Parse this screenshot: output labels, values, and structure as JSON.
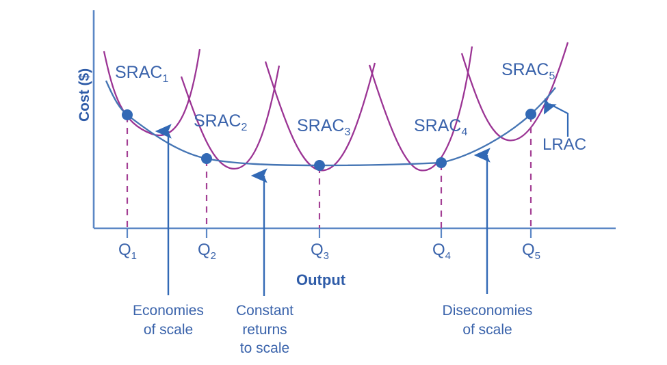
{
  "figure": {
    "title": "",
    "axis": {
      "x_label": "Output",
      "y_label": "Cost ($)"
    },
    "colors": {
      "srac_curve": "#9b3494",
      "lrac_curve": "#4575b4",
      "point": "#3269b5",
      "text": "#3a63ab",
      "axis": "#5b87c5",
      "dashed_drop": "#a33f94"
    },
    "curve_labels": [
      {
        "name": "SRAC1",
        "text": "SRAC",
        "sub": "1"
      },
      {
        "name": "SRAC2",
        "text": "SRAC",
        "sub": "2"
      },
      {
        "name": "SRAC3",
        "text": "SRAC",
        "sub": "3"
      },
      {
        "name": "SRAC4",
        "text": "SRAC",
        "sub": "4"
      },
      {
        "name": "SRAC5",
        "text": "SRAC",
        "sub": "5"
      }
    ],
    "envelope_label": "LRAC",
    "x_ticks": [
      {
        "text": "Q",
        "sub": "1"
      },
      {
        "text": "Q",
        "sub": "2"
      },
      {
        "text": "Q",
        "sub": "3"
      },
      {
        "text": "Q",
        "sub": "4"
      },
      {
        "text": "Q",
        "sub": "5"
      }
    ],
    "annotations": [
      {
        "name": "economies-of-scale",
        "line1": "Economies",
        "line2": "of scale",
        "line3": ""
      },
      {
        "name": "constant-returns-to-scale",
        "line1": "Constant",
        "line2": "returns",
        "line3": "to scale"
      },
      {
        "name": "diseconomies-of-scale",
        "line1": "Diseconomies",
        "line2": "of scale",
        "line3": ""
      }
    ]
  },
  "chart_data": {
    "type": "line",
    "title": "Long-run average cost as the envelope of short-run average cost curves",
    "xlabel": "Output",
    "ylabel": "Cost ($)",
    "xlim": [
      137,
      900
    ],
    "ylim": [
      334,
      15
    ],
    "grid": false,
    "legend": "none",
    "tangency_points": [
      {
        "label": "Q1",
        "x": 186,
        "y": 168
      },
      {
        "label": "Q2",
        "x": 302,
        "y": 232
      },
      {
        "label": "Q3",
        "x": 467,
        "y": 242
      },
      {
        "label": "Q4",
        "x": 645,
        "y": 238
      },
      {
        "label": "Q5",
        "x": 776,
        "y": 167
      }
    ],
    "series": [
      {
        "name": "SRAC1",
        "vertex_x": 222,
        "vertex_y": 196,
        "min_x": 152,
        "max_x": 292
      },
      {
        "name": "SRAC2",
        "vertex_x": 336,
        "vertex_y": 246,
        "min_x": 265,
        "max_x": 408
      },
      {
        "name": "SRAC3",
        "vertex_x": 467,
        "vertex_y": 249,
        "min_x": 388,
        "max_x": 548
      },
      {
        "name": "SRAC4",
        "vertex_x": 614,
        "vertex_y": 249,
        "min_x": 540,
        "max_x": 690
      },
      {
        "name": "SRAC5",
        "vertex_x": 742,
        "vertex_y": 205,
        "min_x": 675,
        "max_x": 830
      }
    ],
    "lrac": {
      "name": "LRAC",
      "shape": "u-shaped envelope with flat middle segment",
      "flat_segment": [
        302,
        645
      ],
      "flat_y": 242
    },
    "regions": [
      {
        "name": "Economies of scale",
        "arrow_x": 246,
        "from_y": 432,
        "to_y": 187
      },
      {
        "name": "Constant returns to scale",
        "arrow_x": 386,
        "from_y": 433,
        "to_y": 252
      },
      {
        "name": "Diseconomies of scale",
        "arrow_x": 712,
        "from_y": 430,
        "to_y": 222
      }
    ]
  }
}
